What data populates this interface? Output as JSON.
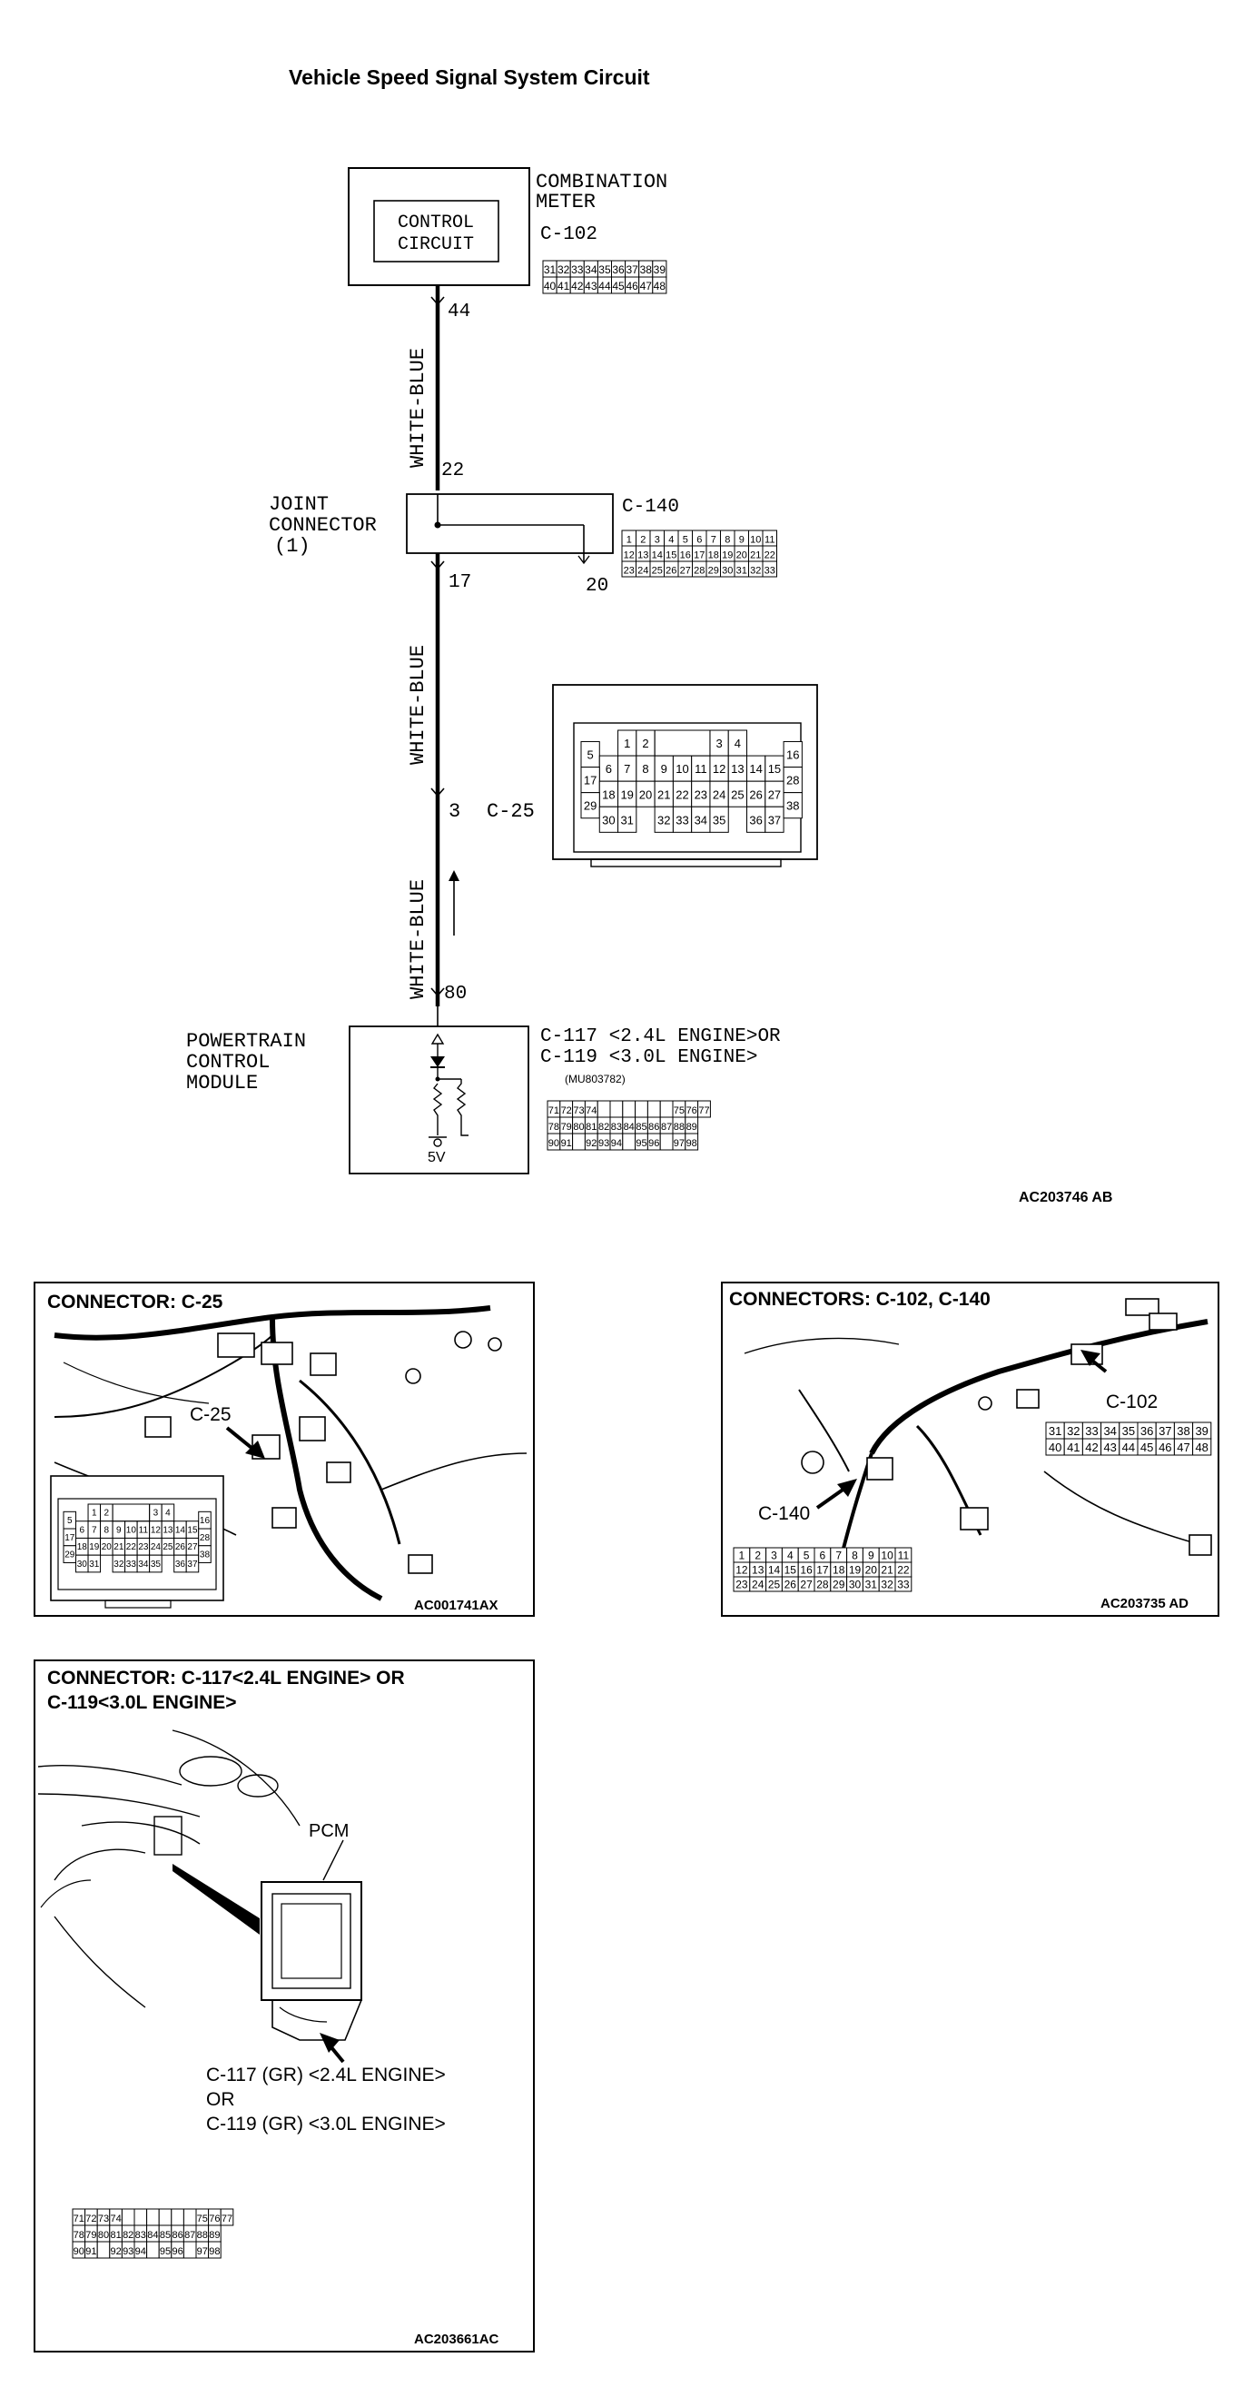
{
  "title": "Vehicle Speed Signal System Circuit",
  "combination_meter": {
    "name_line1": "COMBINATION",
    "name_line2": "METER",
    "inner_line1": "CONTROL",
    "inner_line2": "CIRCUIT",
    "connector": "C-102",
    "grid_rows": [
      [
        "31",
        "32",
        "33",
        "34",
        "35",
        "36",
        "37",
        "38",
        "39"
      ],
      [
        "40",
        "41",
        "42",
        "43",
        "44",
        "45",
        "46",
        "47",
        "48"
      ]
    ],
    "pin": "44"
  },
  "wire_color": "WHITE-BLUE",
  "joint_connector": {
    "name_line1": "JOINT",
    "name_line2": "CONNECTOR",
    "name_line3": "(1)",
    "connector": "C-140",
    "pin_in": "22",
    "pin_out": "17",
    "pin_side": "20",
    "grid_rows": [
      [
        "1",
        "2",
        "3",
        "4",
        "5",
        "6",
        "7",
        "8",
        "9",
        "10",
        "11"
      ],
      [
        "12",
        "13",
        "14",
        "15",
        "16",
        "17",
        "18",
        "19",
        "20",
        "21",
        "22"
      ],
      [
        "23",
        "24",
        "25",
        "26",
        "27",
        "28",
        "29",
        "30",
        "31",
        "32",
        "33"
      ]
    ]
  },
  "c25": {
    "pin": "3",
    "connector": "C-25",
    "labels": [
      "1",
      "2",
      "3",
      "4",
      "5",
      "6",
      "7",
      "8",
      "9",
      "10",
      "11",
      "12",
      "13",
      "14",
      "15",
      "16",
      "17",
      "18",
      "19",
      "20",
      "21",
      "22",
      "23",
      "24",
      "25",
      "26",
      "27",
      "28",
      "29",
      "30",
      "31",
      "32",
      "33",
      "34",
      "35",
      "36",
      "37",
      "38"
    ]
  },
  "pcm": {
    "name_line1": "POWERTRAIN",
    "name_line2": "CONTROL",
    "name_line3": "MODULE",
    "pin": "80",
    "connector_line1": "C-117 <2.4L ENGINE>OR",
    "connector_line2": "C-119 <3.0L ENGINE>",
    "part_no": "(MU803782)",
    "voltage": "5V",
    "grid_rows": [
      [
        "71",
        "72",
        "73",
        "74",
        "",
        "",
        "",
        "",
        "",
        "",
        "75",
        "76",
        "77"
      ],
      [
        "78",
        "79",
        "80",
        "81",
        "82",
        "83",
        "84",
        "85",
        "86",
        "87",
        "88",
        "89"
      ],
      [
        "90",
        "91",
        "",
        "92",
        "93",
        "94",
        "",
        "95",
        "96",
        "",
        "97",
        "98"
      ]
    ]
  },
  "diagram_code": "AC203746 AB",
  "panel_c25": {
    "title": "CONNECTOR: C-25",
    "callout": "C-25",
    "code": "AC001741AX"
  },
  "panel_c102": {
    "title": "CONNECTORS: C-102, C-140",
    "callout_c102": "C-102",
    "callout_c140": "C-140",
    "code": "AC203735 AD"
  },
  "panel_c117": {
    "title_line1": "CONNECTOR: C-117<2.4L ENGINE> OR",
    "title_line2": "C-119<3.0L ENGINE>",
    "pcm_label": "PCM",
    "caption_line1": "C-117 (GR) <2.4L ENGINE>",
    "caption_line2": "OR",
    "caption_line3": "C-119 (GR) <3.0L ENGINE>",
    "code": "AC203661AC"
  }
}
